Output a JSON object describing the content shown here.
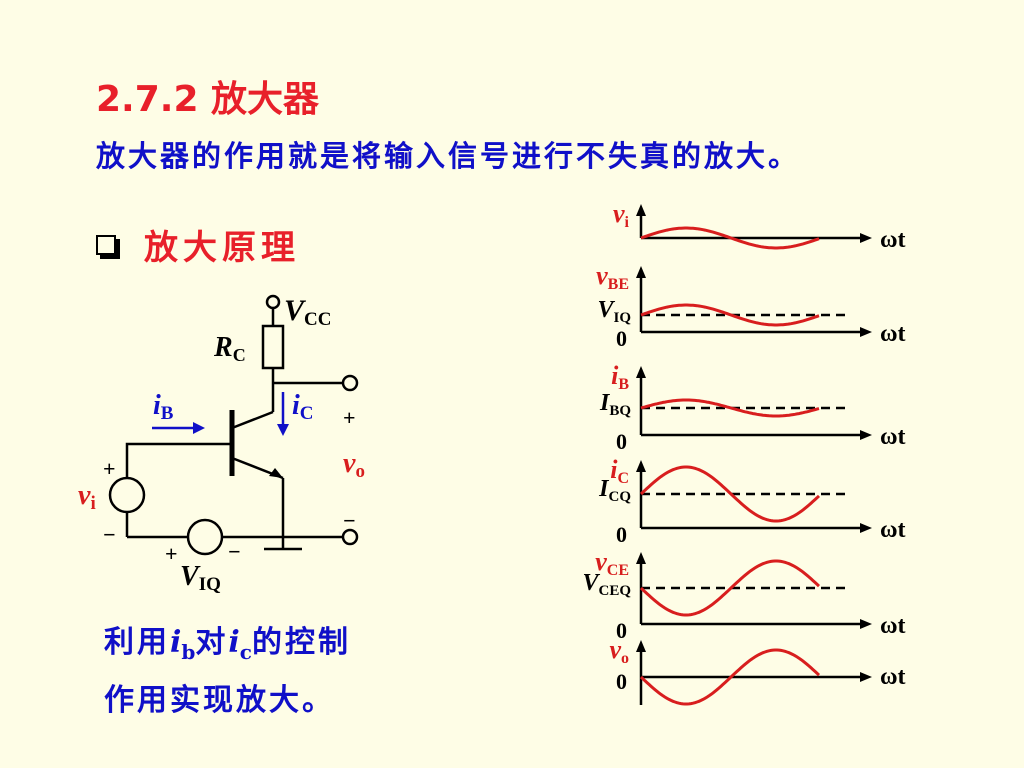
{
  "colors": {
    "background": "#FEFDE6",
    "title": "#E8202A",
    "body_text": "#1010C8",
    "waveform": "#D81E1E",
    "wire": "#000000"
  },
  "title": {
    "number": "2.7.2",
    "text": "放大器"
  },
  "subtitle": "放大器的作用就是将输入信号进行不失真的放大。",
  "bullet": {
    "icon": "checkbox-icon",
    "text": "放大原理"
  },
  "note": {
    "prefix": "利用",
    "var1": "i",
    "var1_sub": "b",
    "middle": "对",
    "var2": "i",
    "var2_sub": "c",
    "suffix": "的控制",
    "line2": "作用实现放大。"
  },
  "circuit": {
    "vcc": {
      "main": "V",
      "sub": "CC"
    },
    "rc": {
      "main": "R",
      "sub": "C"
    },
    "ic": {
      "main": "i",
      "sub": "C"
    },
    "ib": {
      "main": "i",
      "sub": "B"
    },
    "vi": {
      "main": "v",
      "sub": "i"
    },
    "viq": {
      "main": "V",
      "sub": "IQ"
    },
    "vo": {
      "main": "v",
      "sub": "o"
    },
    "plus": "+",
    "minus": "−"
  },
  "waveforms": {
    "time_label": "ωt",
    "zero_label": "0",
    "rows": [
      {
        "label_main": "v",
        "label_sub": "i",
        "dc_main": "",
        "dc_sub": "",
        "show_zero": false
      },
      {
        "label_main": "v",
        "label_sub": "BE",
        "dc_main": "V",
        "dc_sub": "IQ",
        "show_zero": true
      },
      {
        "label_main": "i",
        "label_sub": "B",
        "dc_main": "I",
        "dc_sub": "BQ",
        "show_zero": true
      },
      {
        "label_main": "i",
        "label_sub": "C",
        "dc_main": "I",
        "dc_sub": "CQ",
        "show_zero": true
      },
      {
        "label_main": "v",
        "label_sub": "CE",
        "dc_main": "V",
        "dc_sub": "CEQ",
        "show_zero": true
      },
      {
        "label_main": "v",
        "label_sub": "o",
        "dc_main": "",
        "dc_sub": "",
        "show_zero": true
      }
    ]
  }
}
